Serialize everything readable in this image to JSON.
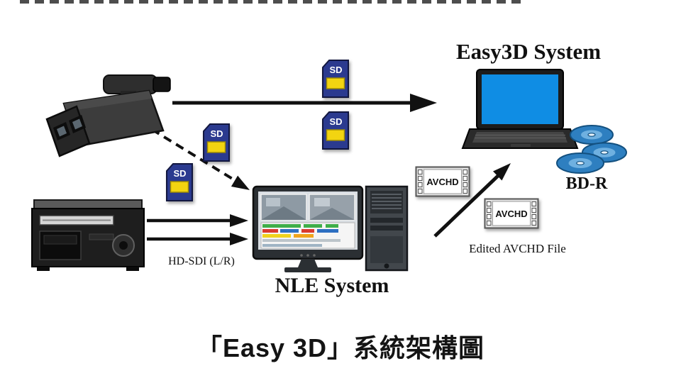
{
  "page": {
    "caption": "「Easy 3D」系統架構圖"
  },
  "labels": {
    "easy3d_system": "Easy3D System",
    "nle_system": "NLE System",
    "bd_r": "BD-R",
    "hd_sdi": "HD-SDI (L/R)",
    "edited_avchd_file": "Edited AVCHD File",
    "avchd": "AVCHD",
    "sd": "SD"
  },
  "colors": {
    "laptop_screen": "#0f8de4",
    "disc_blue": "#2e7fc0",
    "sd_blue": "#2b3a8f",
    "sd_yellow": "#f2d411",
    "arrow": "#111111"
  },
  "icons": [
    "camcorder-3d-icon",
    "video-deck-icon",
    "sd-card-icon",
    "nle-monitor-icon",
    "pc-tower-icon",
    "avchd-file-icon",
    "laptop-icon",
    "bd-disc-icon"
  ]
}
